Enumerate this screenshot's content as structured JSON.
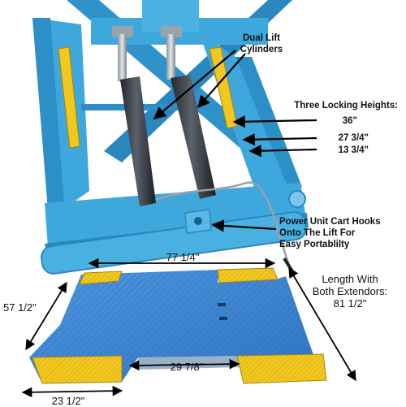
{
  "callouts": {
    "cylinders_line1": "Dual Lift",
    "cylinders_line2": "Cylinders",
    "locking_heights_title": "Three Locking Heights:",
    "height_high": "36\"",
    "height_mid": "27 3/4\"",
    "height_low": "13 3/4\"",
    "cart_line1": "Power Unit Cart Hooks",
    "cart_line2": "Onto The Lift For",
    "cart_line3": "Easy Portablilty"
  },
  "dimensions": {
    "top_width": "77 1/4\"",
    "side_length": "57 1/2\"",
    "extended_label_line1": "Length With",
    "extended_label_line2": "Both Extendors:",
    "extended_length": "81 1/2\"",
    "notch_width": "29 7/8\"",
    "ramp_width": "23 1/2\""
  },
  "colors": {
    "lift_blue": "#3ea8dc",
    "lift_blue_dark": "#2a88bf",
    "platform_blue": "#3f86d4",
    "ramp_yellow": "#f2c81f",
    "cylinder_gray": "#3b3f45"
  }
}
